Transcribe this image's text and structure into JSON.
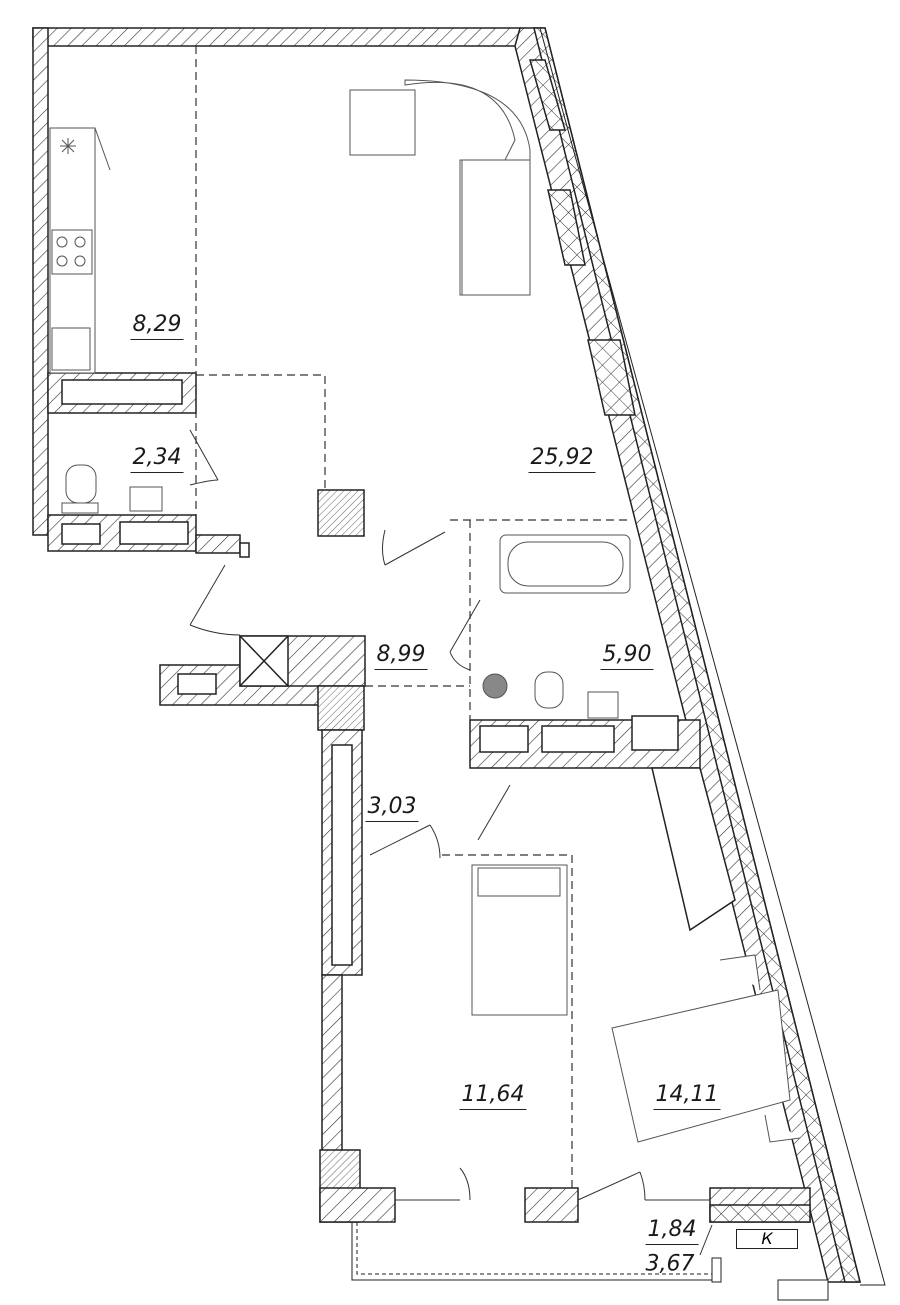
{
  "rooms": [
    {
      "area": "8,29"
    },
    {
      "area": "2,34"
    },
    {
      "area": "25,92"
    },
    {
      "area": "8,99"
    },
    {
      "area": "5,90"
    },
    {
      "area": "3,03"
    },
    {
      "area": "11,64"
    },
    {
      "area": "14,11"
    }
  ],
  "balcony": {
    "area_reduced": "1,84",
    "area_full": "3,67",
    "ac_label": "К"
  },
  "colors": {
    "line": "#222222",
    "fill": "#ffffff"
  }
}
